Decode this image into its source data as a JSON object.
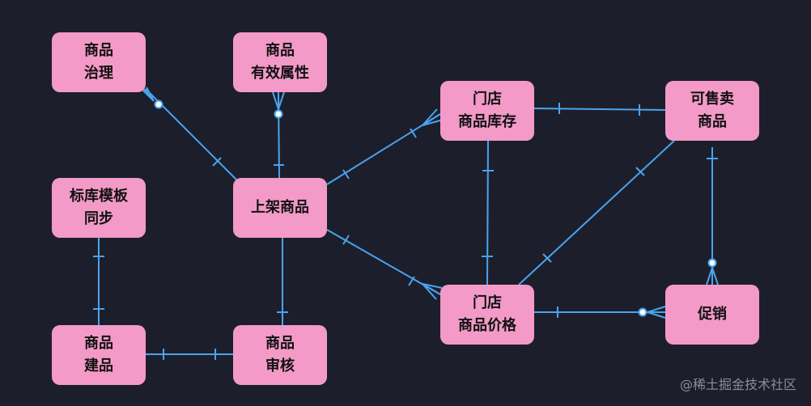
{
  "nodes": [
    {
      "id": "n1",
      "lines": [
        "商品",
        "治理"
      ]
    },
    {
      "id": "n2",
      "lines": [
        "商品",
        "有效属性"
      ]
    },
    {
      "id": "n3",
      "lines": [
        "门店",
        "商品库存"
      ]
    },
    {
      "id": "n4",
      "lines": [
        "可售卖",
        "商品"
      ]
    },
    {
      "id": "n5",
      "lines": [
        "标库模板",
        "同步"
      ]
    },
    {
      "id": "n6",
      "lines": [
        "上架商品"
      ]
    },
    {
      "id": "n7",
      "lines": [
        "门店",
        "商品价格"
      ]
    },
    {
      "id": "n8",
      "lines": [
        "促销"
      ]
    },
    {
      "id": "n9",
      "lines": [
        "商品",
        "建品"
      ]
    },
    {
      "id": "n10",
      "lines": [
        "商品",
        "审核"
      ]
    }
  ],
  "edges": [
    {
      "from": "n6",
      "to": "n1",
      "from_end": "one",
      "to_end": "zero-many"
    },
    {
      "from": "n6",
      "to": "n2",
      "from_end": "one",
      "to_end": "zero-many"
    },
    {
      "from": "n6",
      "to": "n3",
      "from_end": "one",
      "to_end": "many"
    },
    {
      "from": "n6",
      "to": "n7",
      "from_end": "one",
      "to_end": "many"
    },
    {
      "from": "n6",
      "to": "n10",
      "from_end": "none",
      "to_end": "one"
    },
    {
      "from": "n3",
      "to": "n4",
      "from_end": "one",
      "to_end": "one"
    },
    {
      "from": "n3",
      "to": "n7",
      "from_end": "one",
      "to_end": "one"
    },
    {
      "from": "n4",
      "to": "n7",
      "from_end": "one",
      "to_end": "one"
    },
    {
      "from": "n4",
      "to": "n8",
      "from_end": "one",
      "to_end": "zero-many"
    },
    {
      "from": "n7",
      "to": "n8",
      "from_end": "one",
      "to_end": "zero-many"
    },
    {
      "from": "n5",
      "to": "n9",
      "from_end": "one",
      "to_end": "one"
    },
    {
      "from": "n9",
      "to": "n10",
      "from_end": "one",
      "to_end": "one"
    }
  ],
  "watermark": "@稀土掘金技术社区",
  "colors": {
    "node_fill": "#f39ac8",
    "edge": "#4aa3f0",
    "background": "#1c1f2b"
  }
}
